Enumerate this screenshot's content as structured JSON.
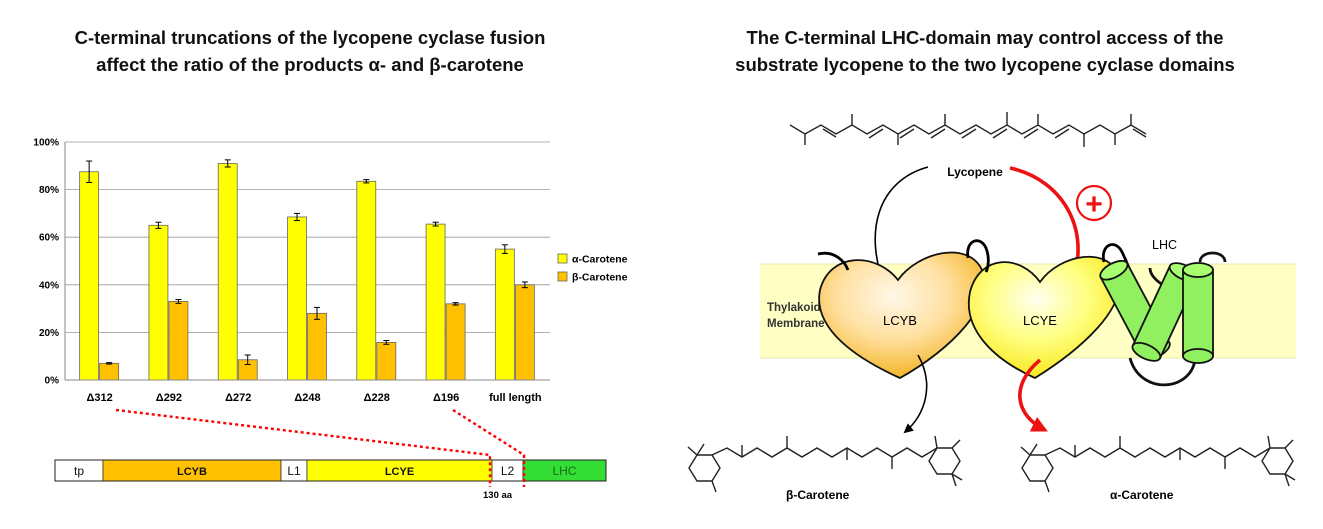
{
  "left_panel": {
    "title_line1": "C-terminal truncations of the lycopene cyclase fusion",
    "title_line2": "affect the ratio of the products α- and β-carotene"
  },
  "right_panel": {
    "title_line1": "The C-terminal LHC-domain may control access of the",
    "title_line2": "substrate lycopene to the two lycopene cyclase domains",
    "labels": {
      "lycopene": "Lycopene",
      "plus": "+",
      "lhc": "LHC",
      "thylakoid1": "Thylakoid",
      "thylakoid2": "Membrane",
      "lcyb": "LCYB",
      "lcye": "LCYE",
      "beta": "β-Carotene",
      "alpha": "α-Carotene"
    }
  },
  "chart_data": {
    "type": "bar",
    "categories": [
      "Δ312",
      "Δ292",
      "Δ272",
      "Δ248",
      "Δ228",
      "Δ196",
      "full length"
    ],
    "series": [
      {
        "name": "α-Carotene",
        "color": "#ffff00",
        "values": [
          87.5,
          65,
          91,
          68.5,
          83.5,
          65.5,
          55
        ],
        "errors": [
          4.5,
          1.3,
          1.5,
          1.5,
          0.7,
          0.8,
          1.8
        ]
      },
      {
        "name": "β-Carotene",
        "color": "#ffc000",
        "values": [
          7,
          33,
          8.5,
          28,
          15.8,
          32,
          40
        ],
        "errors": [
          0.3,
          0.8,
          2,
          2.5,
          0.8,
          0.5,
          1.2
        ]
      }
    ],
    "yticks": [
      "0%",
      "20%",
      "40%",
      "60%",
      "80%",
      "100%"
    ],
    "ylim": [
      0,
      100
    ],
    "grid": true,
    "legend": "right"
  },
  "domain_bar": {
    "segments": [
      {
        "label": "tp",
        "color": "#ffffff",
        "bold": false
      },
      {
        "label": "LCYB",
        "color": "#ffc000",
        "bold": true
      },
      {
        "label": "L1",
        "color": "#ffffff",
        "bold": false
      },
      {
        "label": "LCYE",
        "color": "#ffff00",
        "bold": true
      },
      {
        "label": "L2",
        "color": "#ffffff",
        "bold": false
      },
      {
        "label": "LHC",
        "color": "#33dd33",
        "bold": false
      }
    ],
    "marker_label": "130 aa",
    "dotted_color": "#ff0000"
  }
}
